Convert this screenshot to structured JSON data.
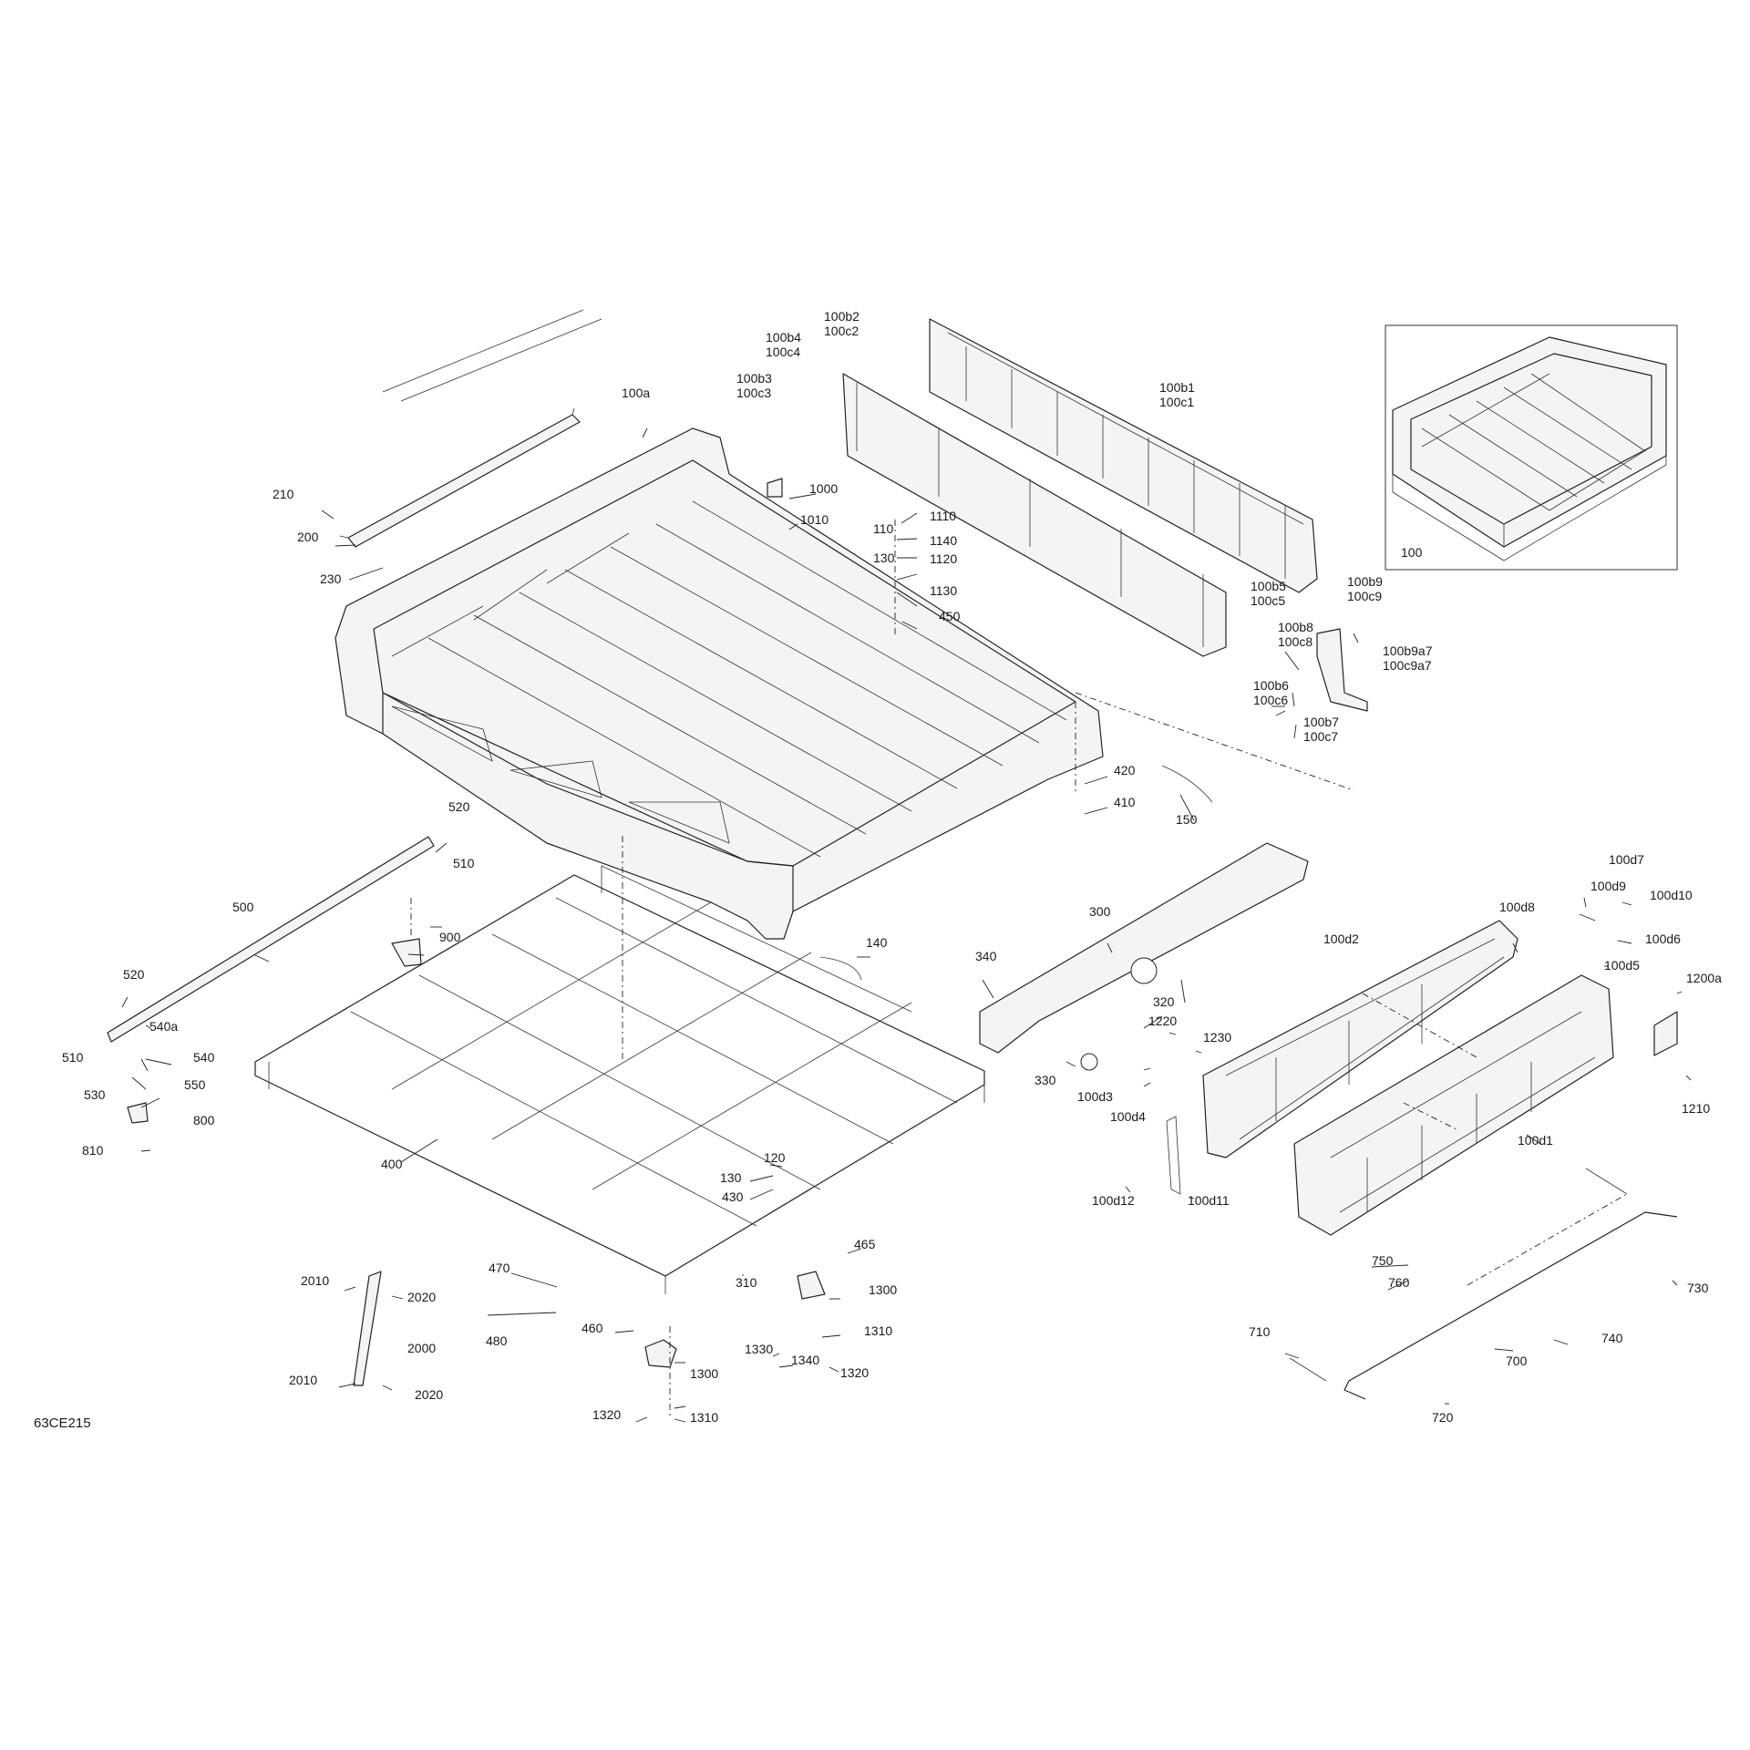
{
  "document_code": "63CE215",
  "inset": {
    "label": "100"
  },
  "callouts": [
    {
      "key": "100a",
      "lines": [
        "100a"
      ]
    },
    {
      "key": "100b2c2",
      "lines": [
        "100b2",
        "100c2"
      ]
    },
    {
      "key": "100b4c4",
      "lines": [
        "100b4",
        "100c4"
      ]
    },
    {
      "key": "100b3c3",
      "lines": [
        "100b3",
        "100c3"
      ]
    },
    {
      "key": "100b1c1",
      "lines": [
        "100b1",
        "100c1"
      ]
    },
    {
      "key": "1000",
      "lines": [
        "1000"
      ]
    },
    {
      "key": "1010",
      "lines": [
        "1010"
      ]
    },
    {
      "key": "110",
      "lines": [
        "110"
      ]
    },
    {
      "key": "1110",
      "lines": [
        "1110"
      ]
    },
    {
      "key": "1140",
      "lines": [
        "1140"
      ]
    },
    {
      "key": "130a",
      "lines": [
        "130"
      ]
    },
    {
      "key": "1120",
      "lines": [
        "1120"
      ]
    },
    {
      "key": "1130",
      "lines": [
        "1130"
      ]
    },
    {
      "key": "450",
      "lines": [
        "450"
      ]
    },
    {
      "key": "210",
      "lines": [
        "210"
      ]
    },
    {
      "key": "200",
      "lines": [
        "200"
      ]
    },
    {
      "key": "230",
      "lines": [
        "230"
      ]
    },
    {
      "key": "100b5c5",
      "lines": [
        "100b5",
        "100c5"
      ]
    },
    {
      "key": "100b9c9",
      "lines": [
        "100b9",
        "100c9"
      ]
    },
    {
      "key": "100b8c8",
      "lines": [
        "100b8",
        "100c8"
      ]
    },
    {
      "key": "100b9a7",
      "lines": [
        "100b9a7",
        "100c9a7"
      ]
    },
    {
      "key": "100b6c6",
      "lines": [
        "100b6",
        "100c6"
      ]
    },
    {
      "key": "100b7c7",
      "lines": [
        "100b7",
        "100c7"
      ]
    },
    {
      "key": "420",
      "lines": [
        "420"
      ]
    },
    {
      "key": "410",
      "lines": [
        "410"
      ]
    },
    {
      "key": "150",
      "lines": [
        "150"
      ]
    },
    {
      "key": "520a",
      "lines": [
        "520"
      ]
    },
    {
      "key": "510a",
      "lines": [
        "510"
      ]
    },
    {
      "key": "500",
      "lines": [
        "500"
      ]
    },
    {
      "key": "900",
      "lines": [
        "900"
      ]
    },
    {
      "key": "520b",
      "lines": [
        "520"
      ]
    },
    {
      "key": "540a",
      "lines": [
        "540a"
      ]
    },
    {
      "key": "510b",
      "lines": [
        "510"
      ]
    },
    {
      "key": "540",
      "lines": [
        "540"
      ]
    },
    {
      "key": "550",
      "lines": [
        "550"
      ]
    },
    {
      "key": "530",
      "lines": [
        "530"
      ]
    },
    {
      "key": "800",
      "lines": [
        "800"
      ]
    },
    {
      "key": "810",
      "lines": [
        "810"
      ]
    },
    {
      "key": "140",
      "lines": [
        "140"
      ]
    },
    {
      "key": "300",
      "lines": [
        "300"
      ]
    },
    {
      "key": "340",
      "lines": [
        "340"
      ]
    },
    {
      "key": "320",
      "lines": [
        "320"
      ]
    },
    {
      "key": "330",
      "lines": [
        "330"
      ]
    },
    {
      "key": "100d2",
      "lines": [
        "100d2"
      ]
    },
    {
      "key": "100d8",
      "lines": [
        "100d8"
      ]
    },
    {
      "key": "100d9",
      "lines": [
        "100d9"
      ]
    },
    {
      "key": "100d7",
      "lines": [
        "100d7"
      ]
    },
    {
      "key": "100d10",
      "lines": [
        "100d10"
      ]
    },
    {
      "key": "100d6",
      "lines": [
        "100d6"
      ]
    },
    {
      "key": "100d5",
      "lines": [
        "100d5"
      ]
    },
    {
      "key": "1200a",
      "lines": [
        "1200a"
      ]
    },
    {
      "key": "1210",
      "lines": [
        "1210"
      ]
    },
    {
      "key": "1220",
      "lines": [
        "1220"
      ]
    },
    {
      "key": "1230",
      "lines": [
        "1230"
      ]
    },
    {
      "key": "100d3",
      "lines": [
        "100d3"
      ]
    },
    {
      "key": "100d4",
      "lines": [
        "100d4"
      ]
    },
    {
      "key": "100d1",
      "lines": [
        "100d1"
      ]
    },
    {
      "key": "100d12",
      "lines": [
        "100d12"
      ]
    },
    {
      "key": "100d11",
      "lines": [
        "100d11"
      ]
    },
    {
      "key": "400",
      "lines": [
        "400"
      ]
    },
    {
      "key": "120",
      "lines": [
        "120"
      ]
    },
    {
      "key": "130b",
      "lines": [
        "130"
      ]
    },
    {
      "key": "430",
      "lines": [
        "430"
      ]
    },
    {
      "key": "470",
      "lines": [
        "470"
      ]
    },
    {
      "key": "465",
      "lines": [
        "465"
      ]
    },
    {
      "key": "310",
      "lines": [
        "310"
      ]
    },
    {
      "key": "480",
      "lines": [
        "480"
      ]
    },
    {
      "key": "1300a",
      "lines": [
        "1300"
      ]
    },
    {
      "key": "460",
      "lines": [
        "460"
      ]
    },
    {
      "key": "1310a",
      "lines": [
        "1310"
      ]
    },
    {
      "key": "1330",
      "lines": [
        "1330"
      ]
    },
    {
      "key": "1340",
      "lines": [
        "1340"
      ]
    },
    {
      "key": "1320a",
      "lines": [
        "1320"
      ]
    },
    {
      "key": "1300b",
      "lines": [
        "1300"
      ]
    },
    {
      "key": "1320b",
      "lines": [
        "1320"
      ]
    },
    {
      "key": "1310b",
      "lines": [
        "1310"
      ]
    },
    {
      "key": "2010a",
      "lines": [
        "2010"
      ]
    },
    {
      "key": "2020a",
      "lines": [
        "2020"
      ]
    },
    {
      "key": "2000",
      "lines": [
        "2000"
      ]
    },
    {
      "key": "2010b",
      "lines": [
        "2010"
      ]
    },
    {
      "key": "2020b",
      "lines": [
        "2020"
      ]
    },
    {
      "key": "750",
      "lines": [
        "750"
      ]
    },
    {
      "key": "760",
      "lines": [
        "760"
      ]
    },
    {
      "key": "730",
      "lines": [
        "730"
      ]
    },
    {
      "key": "740",
      "lines": [
        "740"
      ]
    },
    {
      "key": "710",
      "lines": [
        "710"
      ]
    },
    {
      "key": "700",
      "lines": [
        "700"
      ]
    },
    {
      "key": "720",
      "lines": [
        "720"
      ]
    }
  ]
}
